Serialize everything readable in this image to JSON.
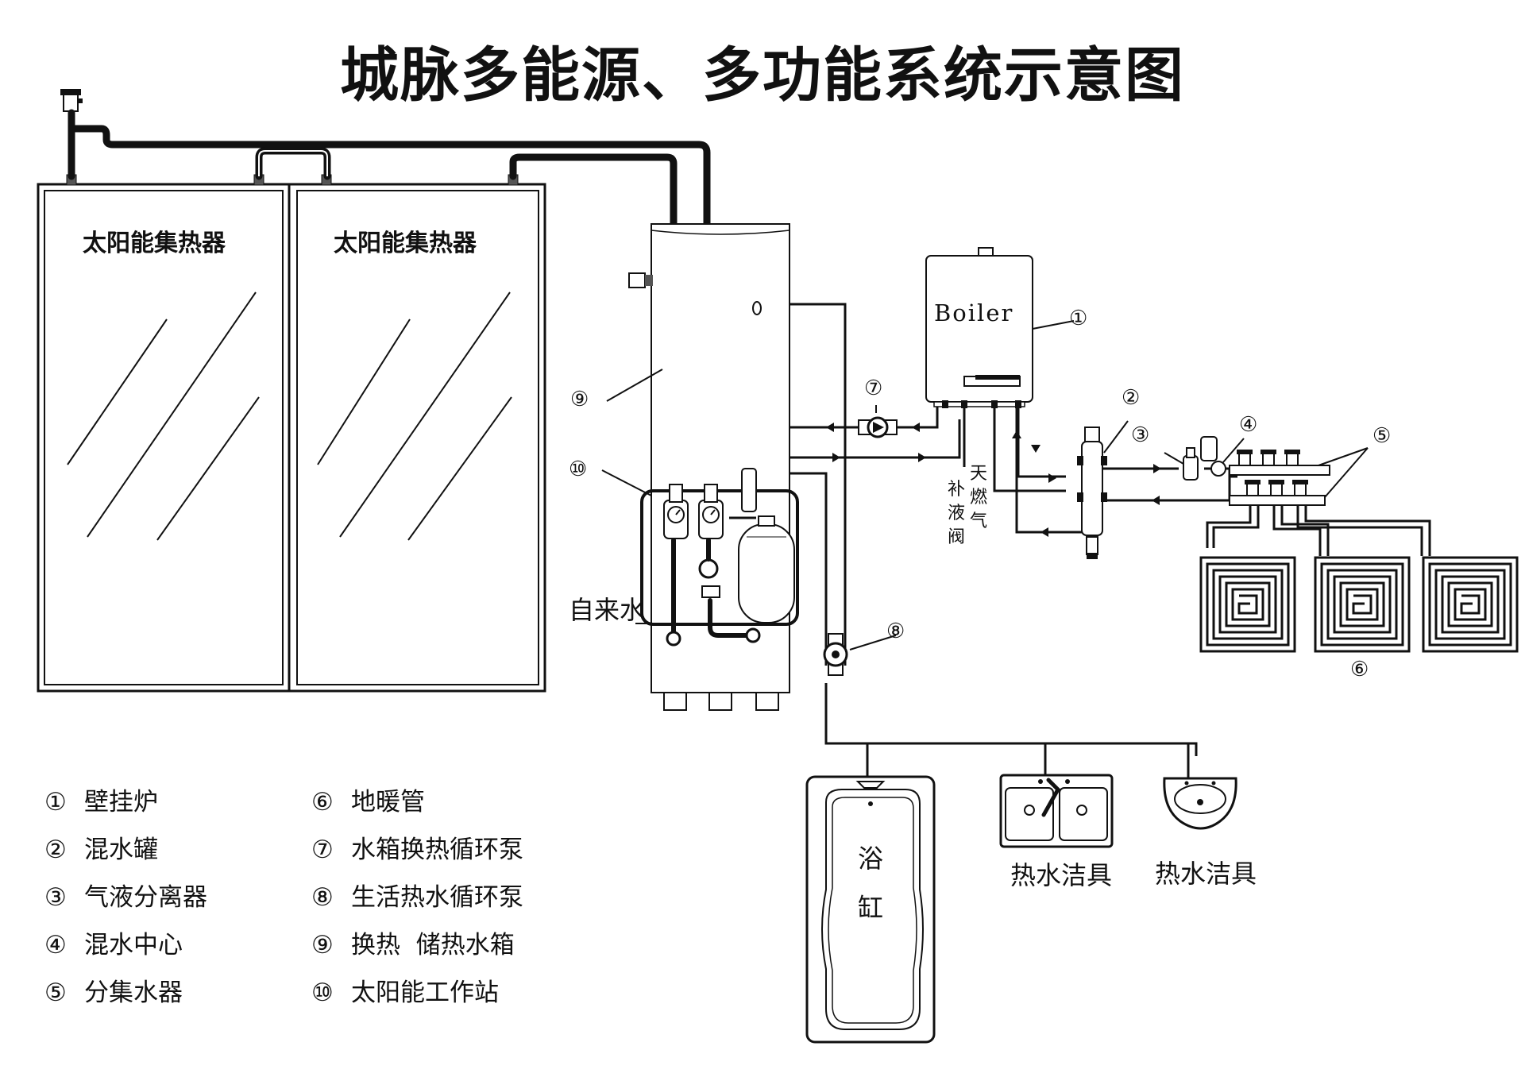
{
  "title": "城脉多能源、多功能系统示意图",
  "collectors": [
    "太阳能集热器",
    "太阳能集热器"
  ],
  "boiler": "Boiler",
  "callouts": [
    "①",
    "②",
    "③",
    "④",
    "⑤",
    "⑥",
    "⑦",
    "⑧",
    "⑨",
    "⑩"
  ],
  "pipe_labels": {
    "tap_water": "自来水",
    "gas": "天燃气",
    "fill_valve": "补液阀"
  },
  "fixtures": {
    "bathtub": "浴缸",
    "sink1": "热水洁具",
    "sink2": "热水洁具"
  },
  "legend": [
    {
      "n": "①",
      "text": "壁挂炉"
    },
    {
      "n": "②",
      "text": "混水罐"
    },
    {
      "n": "③",
      "text": "气液分离器"
    },
    {
      "n": "④",
      "text": "混水中心"
    },
    {
      "n": "⑤",
      "text": "分集水器"
    },
    {
      "n": "⑥",
      "text": "地暖管"
    },
    {
      "n": "⑦",
      "text": "水箱换热循环泵"
    },
    {
      "n": "⑧",
      "text": "生活热水循环泵"
    },
    {
      "n": "⑨",
      "text": "换热  储热水箱"
    },
    {
      "n": "⑩",
      "text": "太阳能工作站"
    }
  ]
}
